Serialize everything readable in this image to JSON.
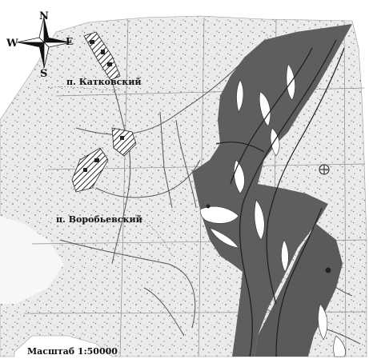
{
  "compass": {
    "north": "N",
    "south": "S",
    "east": "E",
    "west": "W"
  },
  "places": {
    "katkovsky": "п. Катковский",
    "vorobyevsky": "п. Воробьевский"
  },
  "scale": {
    "label": "Масштаб 1:50000"
  },
  "colors": {
    "water_fill": "#5e5e5e",
    "map_ink": "#4a4a4a",
    "paper": "#efefef",
    "sand": "#ffffff"
  }
}
